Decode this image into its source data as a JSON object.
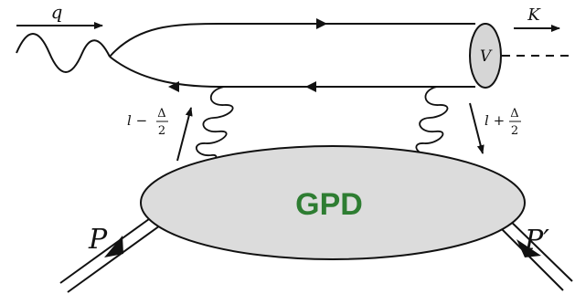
{
  "labels": {
    "photon_momentum": "q",
    "kaon_momentum": "K",
    "meson": "V",
    "gluon_left_prefix": "l −",
    "gluon_right_prefix": "l +",
    "frac_numerator": "Δ",
    "frac_denominator": "2",
    "blob": "GPD",
    "proton_in": "P",
    "proton_out": "P′"
  },
  "colors": {
    "blob_fill": "#dcdcdc",
    "blob_text": "#2e7d32",
    "meson_fill": "#d6d6d6",
    "ink": "#111111"
  }
}
